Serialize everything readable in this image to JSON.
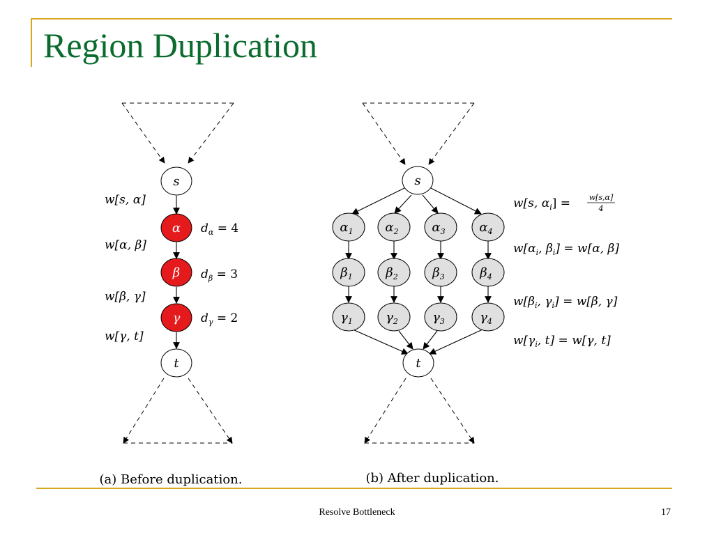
{
  "slide": {
    "title": "Region Duplication",
    "footer": "Resolve Bottleneck",
    "page_number": "17",
    "accent_color": "#d9a71e",
    "title_color": "#0b6b2e"
  },
  "colors": {
    "bottleneck_fill": "#e41a1c",
    "duplicate_fill": "#e0e0e0",
    "plain_fill": "#ffffff"
  },
  "before": {
    "caption": "(a) Before duplication.",
    "nodes": {
      "s": "s",
      "alpha": "α",
      "beta": "β",
      "gamma": "γ",
      "t": "t"
    },
    "edge_weights": [
      "w[s, α]",
      "w[α, β]",
      "w[β, γ]",
      "w[γ, t]"
    ],
    "durations": {
      "alpha": {
        "sym": "d",
        "sub": "α",
        "val": " = 4"
      },
      "beta": {
        "sym": "d",
        "sub": "β",
        "val": " = 3"
      },
      "gamma": {
        "sym": "d",
        "sub": "γ",
        "val": " = 2"
      }
    }
  },
  "after": {
    "caption": "(b) After duplication.",
    "source": "s",
    "sink": "t",
    "copies": [
      {
        "alpha": "α",
        "alpha_sub": "1",
        "beta": "β",
        "beta_sub": "1",
        "gamma": "γ",
        "gamma_sub": "1"
      },
      {
        "alpha": "α",
        "alpha_sub": "2",
        "beta": "β",
        "beta_sub": "2",
        "gamma": "γ",
        "gamma_sub": "2"
      },
      {
        "alpha": "α",
        "alpha_sub": "3",
        "beta": "β",
        "beta_sub": "3",
        "gamma": "γ",
        "gamma_sub": "3"
      },
      {
        "alpha": "α",
        "alpha_sub": "4",
        "beta": "β",
        "beta_sub": "4",
        "gamma": "γ",
        "gamma_sub": "4"
      }
    ],
    "weights": {
      "s_alpha": {
        "lhs": "w[s, α",
        "lhs_sub": "i",
        "lhs_end": "] = ",
        "frac_num": "w[s,α]",
        "frac_den": "4"
      },
      "alpha_beta": {
        "lhs": "w[α",
        "lhs_sub": "i",
        "mid": ", β",
        "mid_sub": "i",
        "rhs": "] = w[α, β]"
      },
      "beta_gamma": {
        "lhs": "w[β",
        "lhs_sub": "i",
        "mid": ", γ",
        "mid_sub": "i",
        "rhs": "] = w[β, γ]"
      },
      "gamma_t": {
        "lhs": "w[γ",
        "lhs_sub": "i",
        "rhs": ", t] = w[γ, t]"
      }
    }
  }
}
